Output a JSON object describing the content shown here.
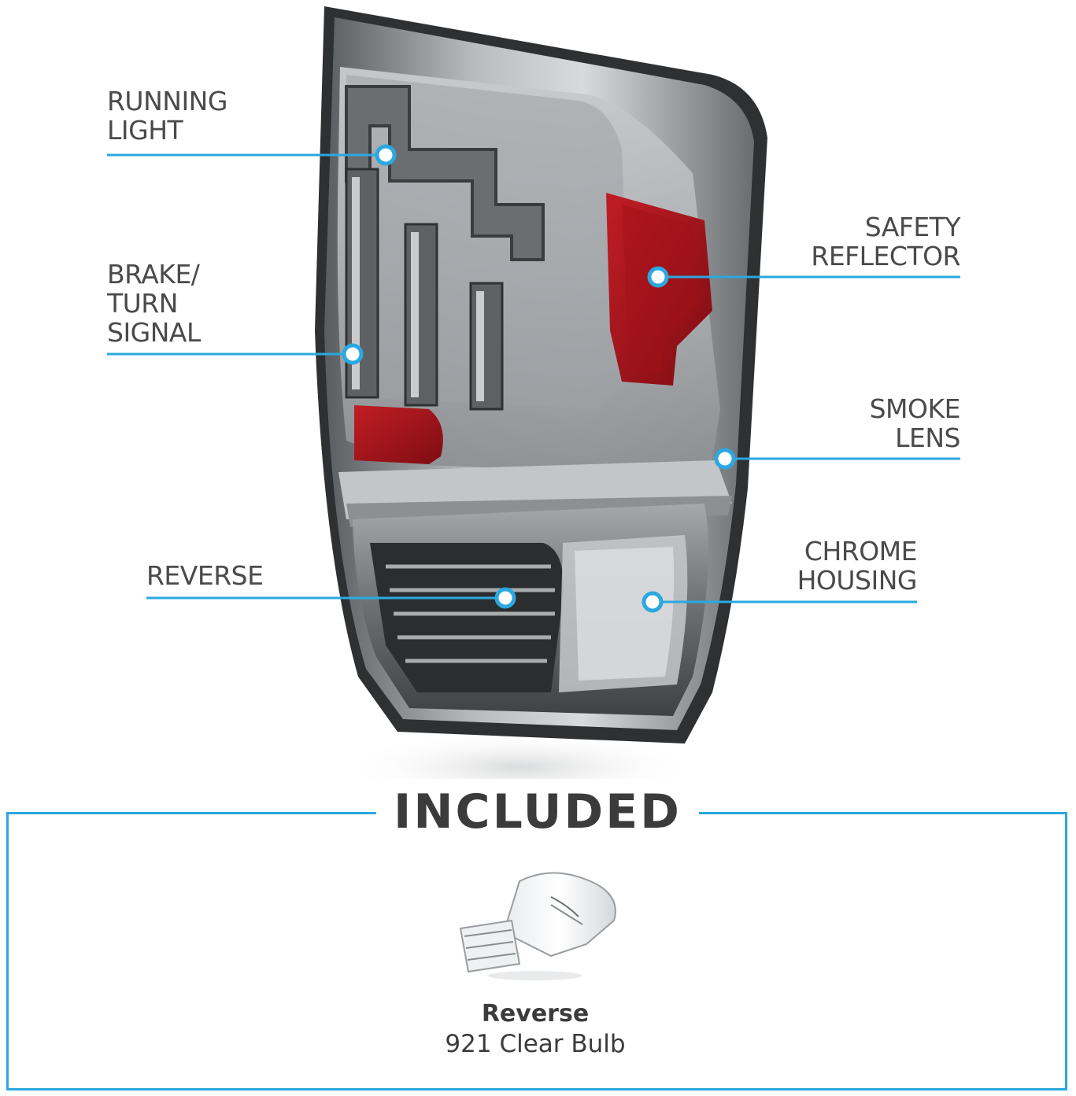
{
  "colors": {
    "accent": "#2ba8e0",
    "text": "#4a4a4a",
    "heading": "#3b3b3b",
    "reflector_red": "#b0141c"
  },
  "callouts": {
    "running_light": {
      "line1": "RUNNING",
      "line2": "LIGHT"
    },
    "brake_turn": {
      "line1": "BRAKE/",
      "line2": "TURN",
      "line3": "SIGNAL"
    },
    "reverse": {
      "line1": "REVERSE"
    },
    "safety_reflector": {
      "line1": "SAFETY",
      "line2": "REFLECTOR"
    },
    "smoke_lens": {
      "line1": "SMOKE",
      "line2": "LENS"
    },
    "chrome_housing": {
      "line1": "CHROME",
      "line2": "HOUSING"
    }
  },
  "included": {
    "heading": "INCLUDED",
    "bulb": {
      "name": "Reverse",
      "description": "921 Clear Bulb"
    }
  }
}
